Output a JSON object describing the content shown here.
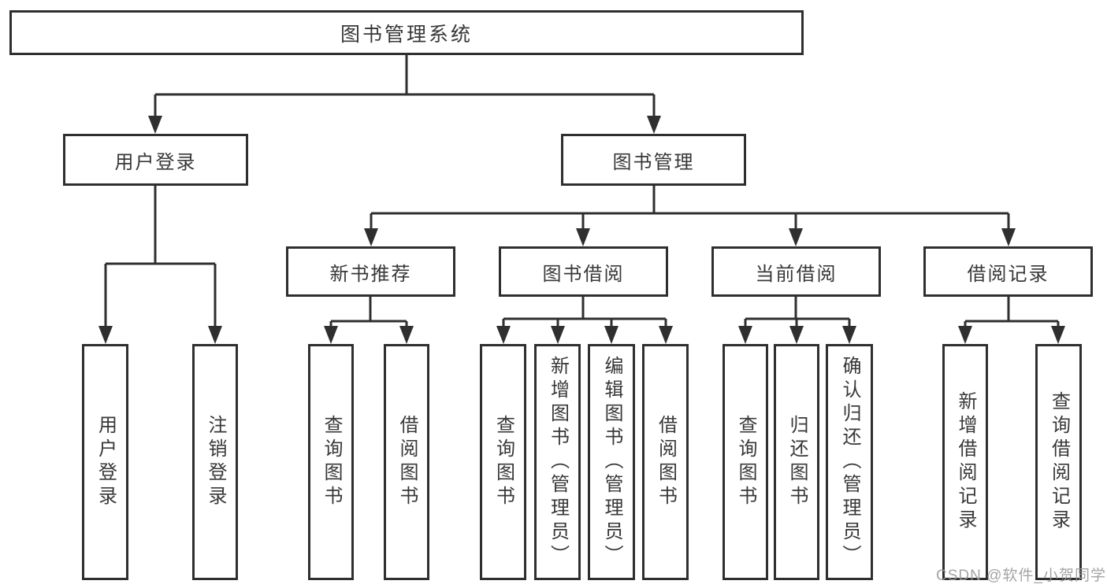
{
  "diagram_title": "图书管理系统",
  "tree": {
    "label": "图书管理系统",
    "children": [
      {
        "label": "用户登录",
        "children": [
          {
            "label": "用户登录"
          },
          {
            "label": "注销登录"
          }
        ]
      },
      {
        "label": "图书管理",
        "children": [
          {
            "label": "新书推荐",
            "children": [
              {
                "label": "查询图书"
              },
              {
                "label": "借阅图书"
              }
            ]
          },
          {
            "label": "图书借阅",
            "children": [
              {
                "label": "查询图书"
              },
              {
                "label": "新增图书（管理员）"
              },
              {
                "label": "编辑图书（管理员）"
              },
              {
                "label": "借阅图书"
              }
            ]
          },
          {
            "label": "当前借阅",
            "children": [
              {
                "label": "查询图书"
              },
              {
                "label": "归还图书"
              },
              {
                "label": "确认归还（管理员）"
              }
            ]
          },
          {
            "label": "借阅记录",
            "children": [
              {
                "label": "新增借阅记录"
              },
              {
                "label": "查询借阅记录"
              }
            ]
          }
        ]
      }
    ]
  },
  "watermark": {
    "text": "CSDN @软件_小贺同学"
  },
  "colors": {
    "line": "#2f2f2f",
    "text": "#383838",
    "background": "#ffffff",
    "watermark": "#9b9b9b"
  }
}
